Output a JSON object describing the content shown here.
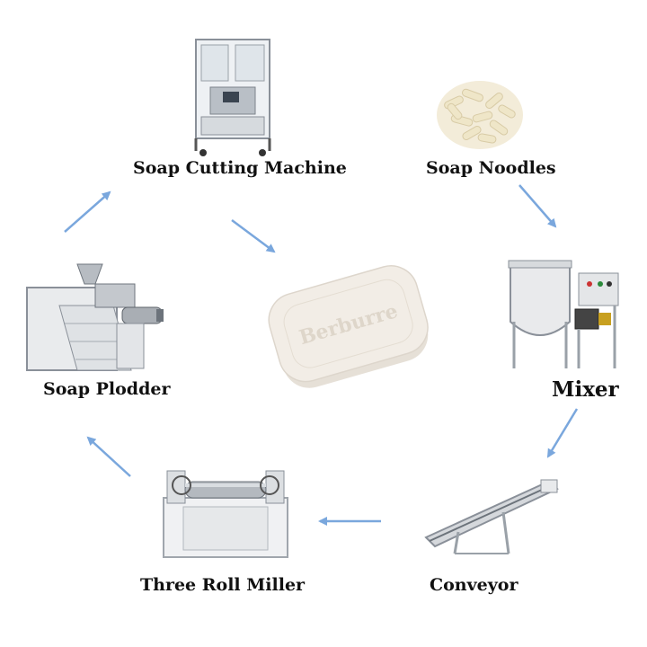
{
  "diagram": {
    "nodes": {
      "cutting": {
        "label": "Soap Cutting Machine"
      },
      "noodles": {
        "label": "Soap Noodles"
      },
      "mixer": {
        "label": "Mixer"
      },
      "conveyor": {
        "label": "Conveyor"
      },
      "miller": {
        "label": "Three Roll Miller"
      },
      "plodder": {
        "label": "Soap Plodder"
      }
    },
    "center": {
      "soap_text": "Berburre"
    },
    "colors": {
      "arrow": "#7aa7dd",
      "text": "#111111",
      "metal": "#c9ccd0",
      "soap": "#f2ede6"
    }
  }
}
